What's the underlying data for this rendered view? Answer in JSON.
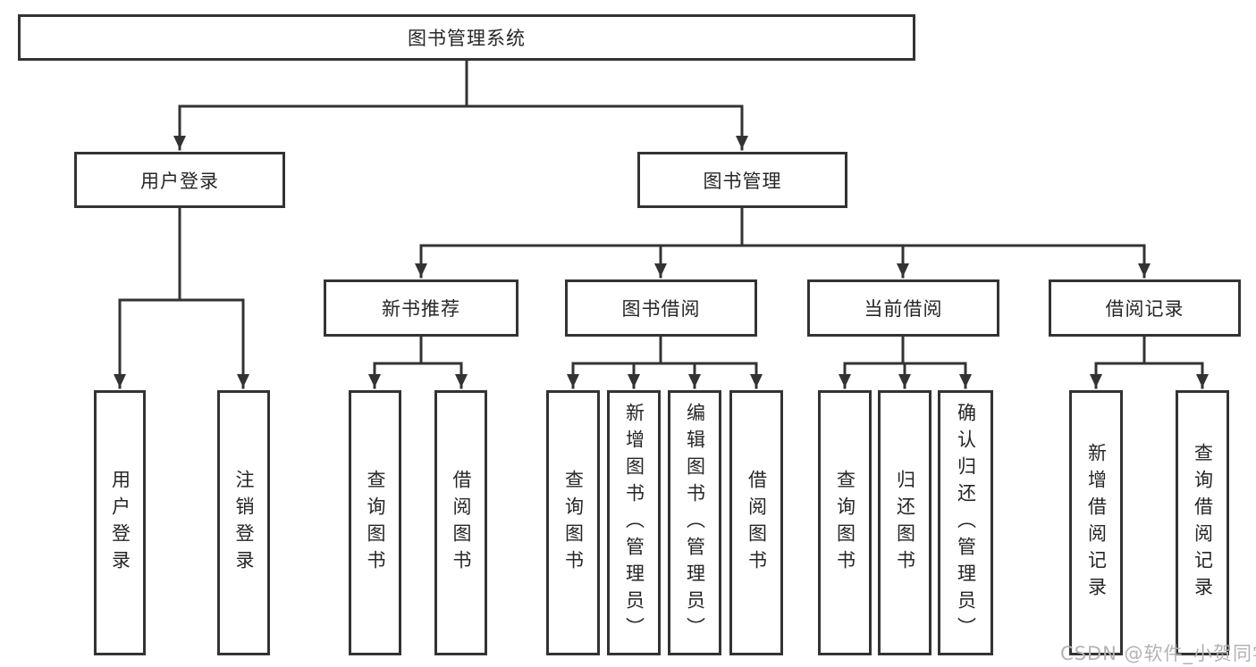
{
  "diagram": {
    "title": "图书管理系统",
    "nodes": {
      "root": "图书管理系统",
      "level2": [
        "用户登录",
        "图书管理"
      ],
      "level3": [
        "新书推荐",
        "图书借阅",
        "当前借阅",
        "借阅记录"
      ],
      "leaves": [
        "用户登录",
        "注销登录",
        "查询图书",
        "借阅图书",
        "查询图书",
        "新增图书（管理员）",
        "编辑图书（管理员）",
        "借阅图书",
        "查询图书",
        "归还图书",
        "确认归还（管理员）",
        "新增借阅记录",
        "查询借阅记录"
      ]
    },
    "hierarchy": {
      "用户登录": [
        "用户登录",
        "注销登录"
      ],
      "图书管理": [
        "新书推荐",
        "图书借阅",
        "当前借阅",
        "借阅记录"
      ],
      "新书推荐": [
        "查询图书",
        "借阅图书"
      ],
      "图书借阅": [
        "查询图书",
        "新增图书（管理员）",
        "编辑图书（管理员）",
        "借阅图书"
      ],
      "当前借阅": [
        "查询图书",
        "归还图书",
        "确认归还（管理员）"
      ],
      "借阅记录": [
        "新增借阅记录",
        "查询借阅记录"
      ]
    }
  },
  "watermark": {
    "text": "CSDN @软件_小贺同学",
    "color": "#b3b3b3"
  },
  "colors": {
    "line": "#333333",
    "box_border": "#333333",
    "text": "#262626",
    "background": "#ffffff"
  }
}
